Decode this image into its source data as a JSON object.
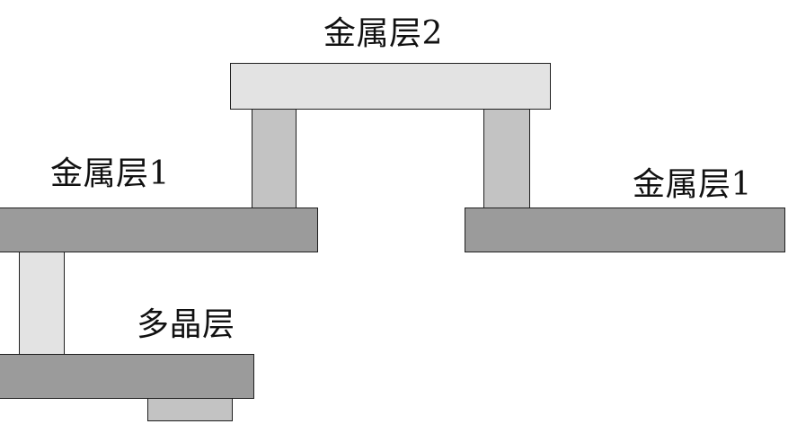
{
  "labels": {
    "metal2": "金属层2",
    "metal1_left": "金属层1",
    "metal1_right": "金属层1",
    "poly": "多晶层"
  },
  "colors": {
    "metal": "#9b9b9b",
    "via": "#c3c3c3",
    "metal2": "#e3e3e3",
    "outline": "#1f1f1f"
  }
}
